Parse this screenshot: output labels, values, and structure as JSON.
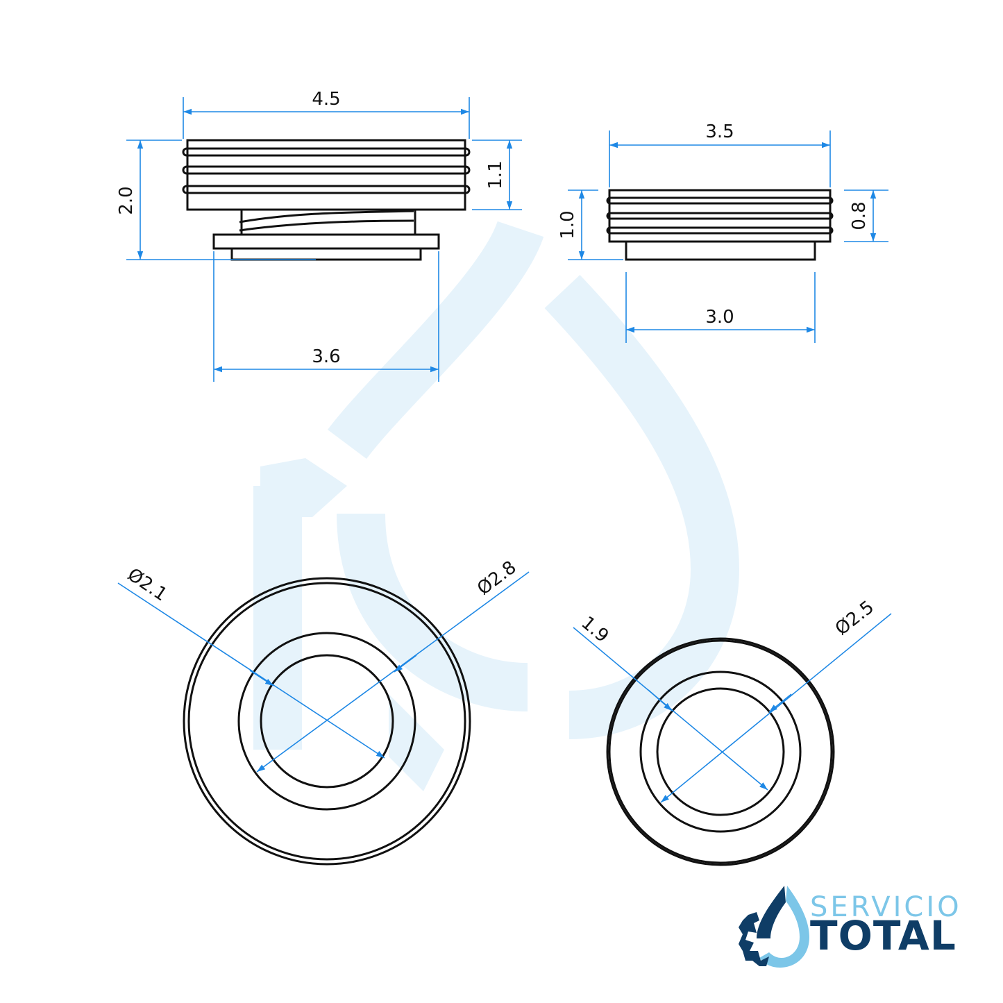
{
  "dimensions": {
    "top_width": "4.5",
    "total_height": "2.0",
    "thread_height": "1.1",
    "base_width": "3.6",
    "small_top_width": "3.5",
    "small_height": "1.0",
    "small_thread_height": "0.8",
    "small_base_width": "3.0",
    "large_inner_dia": "Ø2.1",
    "large_outer_dia": "Ø2.8",
    "small_inner_dia": "1.9",
    "small_outer_dia": "Ø2.5"
  },
  "logo": {
    "line1": "SERVICIO",
    "line2": "TOTAL",
    "colors": {
      "dark": "#0f3d66",
      "light": "#7cc6e8"
    }
  },
  "colors": {
    "dimension": "#1e88e5",
    "outline": "#111111",
    "watermark": "#e6f3fb"
  }
}
